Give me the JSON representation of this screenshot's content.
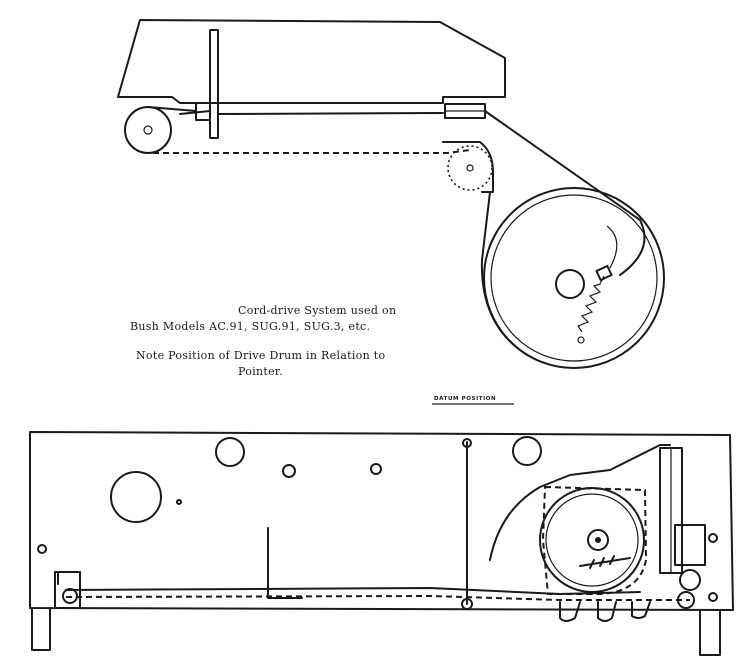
{
  "captions": {
    "line1": "Cord-drive System used on",
    "line2": "Bush Models AC.91, SUG.91, SUG.3, etc.",
    "note1": "Note Position of Drive Drum in Relation to",
    "note2": "Pointer."
  },
  "labels": {
    "datum": "DATUM POSITION"
  }
}
